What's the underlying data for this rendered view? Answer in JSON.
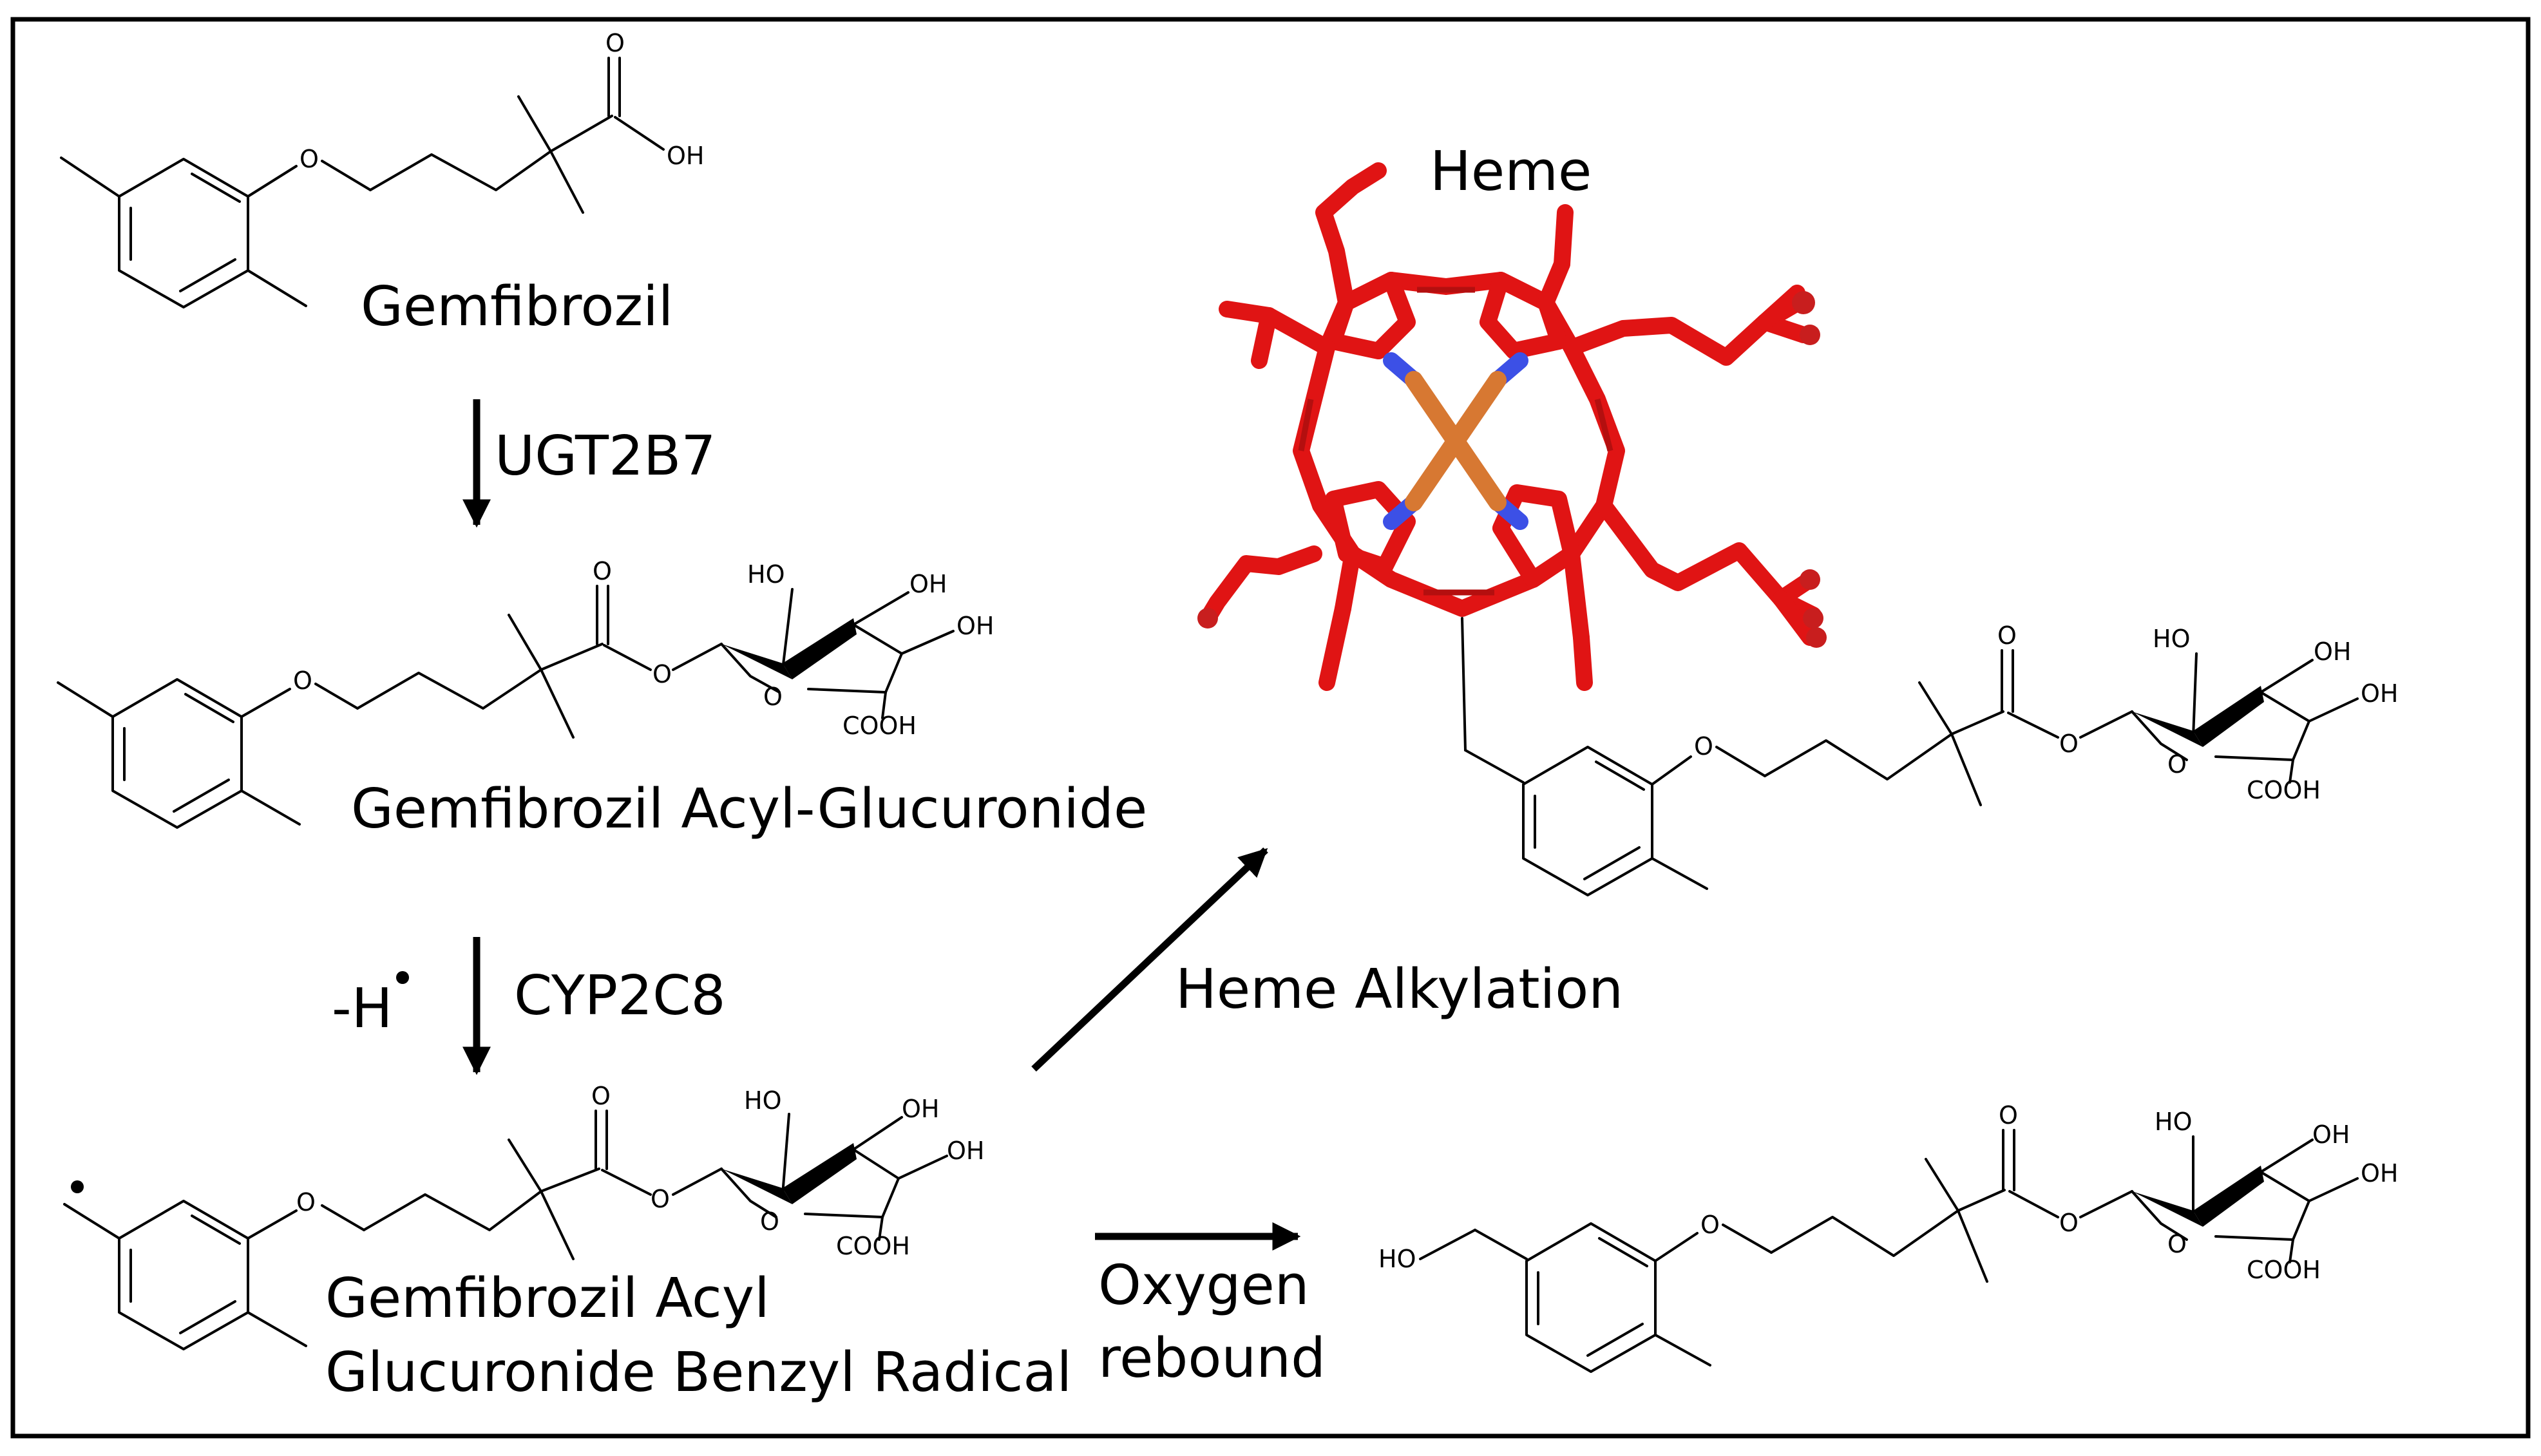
{
  "compounds": {
    "gemfibrozil": "Gemfibrozil",
    "acyl_glucuronide": "Gemfibrozil Acyl-Glucuronide",
    "radical_line1": "Gemfibrozil Acyl",
    "radical_line2": "Glucuronide Benzyl Radical",
    "heme": "Heme"
  },
  "steps": {
    "enzyme1": "UGT2B7",
    "enzyme2": "CYP2C8",
    "h_abstraction": "-H",
    "heme_alkylation": "Heme Alkylation",
    "rebound_line1": "Oxygen",
    "rebound_line2": "rebound"
  },
  "atoms": {
    "O": "O",
    "OH": "OH",
    "HO": "HO",
    "COOH": "COOH"
  },
  "colors": {
    "carbon": "#e01414",
    "nitrogen": "#3c50e6",
    "iron": "#d77832",
    "frame": "#000000"
  }
}
